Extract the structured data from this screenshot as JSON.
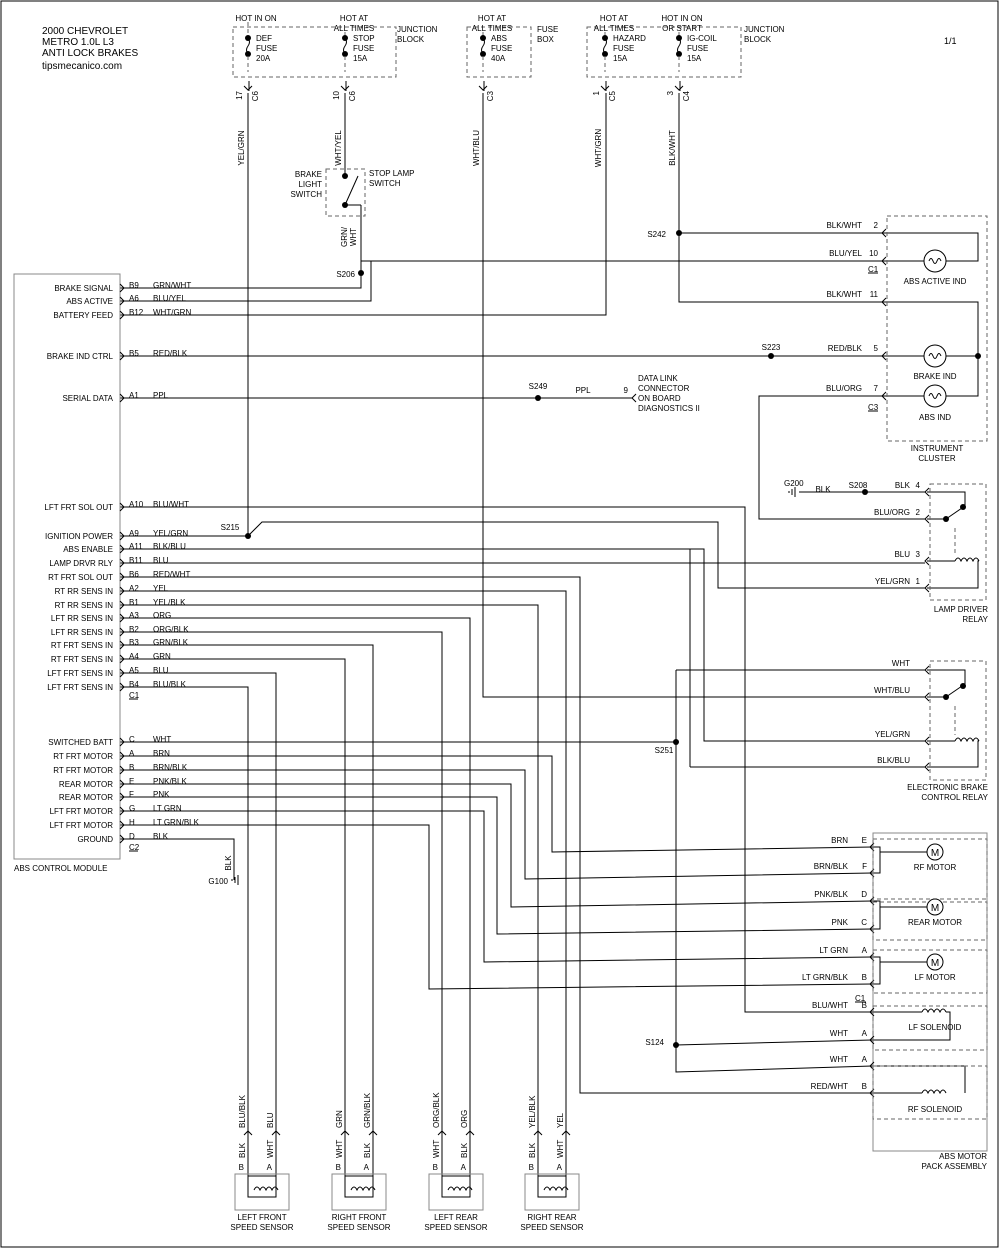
{
  "header": {
    "line1": "2000 CHEVROLET",
    "line2": "METRO 1.0L  L3",
    "line3": "ANTI LOCK BRAKES",
    "site": "tipsmecanico.com",
    "page": "1/1"
  },
  "fuse_blocks": [
    {
      "hdr": [
        "HOT IN ON",
        ""
      ],
      "fuse": [
        "DEF",
        "FUSE",
        "20A"
      ],
      "pin": "17",
      "conn": "C6",
      "wire": "YEL/GRN"
    },
    {
      "hdr": [
        "HOT AT",
        "ALL TIMES"
      ],
      "fuse": [
        "STOP",
        "FUSE",
        "15A"
      ],
      "pin": "10",
      "conn": "C6",
      "wire": "WHT/YEL"
    },
    {
      "hdr": [
        "HOT AT",
        "ALL TIMES"
      ],
      "fuse": [
        "ABS",
        "FUSE",
        "40A"
      ],
      "pin": "",
      "conn": "C3",
      "wire": "WHT/BLU"
    },
    {
      "hdr": [
        "HOT AT",
        "ALL TIMES"
      ],
      "fuse": [
        "HAZARD",
        "FUSE",
        "15A"
      ],
      "pin": "1",
      "conn": "C5",
      "wire": "WHT/GRN"
    },
    {
      "hdr": [
        "HOT IN ON",
        "OR START"
      ],
      "fuse": [
        "IG-COIL",
        "FUSE",
        "15A"
      ],
      "pin": "3",
      "conn": "C4",
      "wire": "BLK/WHT"
    }
  ],
  "block_labels": {
    "jb1": [
      "JUNCTION",
      "BLOCK"
    ],
    "fb": [
      "FUSE",
      "BOX"
    ],
    "jb2": [
      "JUNCTION",
      "BLOCK"
    ]
  },
  "switch": {
    "left": [
      "BRAKE",
      "LIGHT",
      "SWITCH"
    ],
    "right": [
      "STOP LAMP",
      "SWITCH"
    ],
    "out": [
      "GRN/",
      "WHT"
    ]
  },
  "splices": {
    "s206": "S206",
    "s242": "S242",
    "s223": "S223",
    "s249": "S249",
    "s215": "S215",
    "s208": "S208",
    "s251": "S251",
    "s124": "S124",
    "g200": "G200",
    "g100": "G100"
  },
  "module": {
    "name": "ABS CONTROL MODULE",
    "c1": "C1",
    "c2": "C2",
    "pins": [
      {
        "label": "BRAKE SIGNAL",
        "pin": "B9",
        "wire": "GRN/WHT"
      },
      {
        "label": "ABS ACTIVE",
        "pin": "A6",
        "wire": "BLU/YEL"
      },
      {
        "label": "BATTERY FEED",
        "pin": "B12",
        "wire": "WHT/GRN"
      },
      {
        "label": "BRAKE IND CTRL",
        "pin": "B5",
        "wire": "RED/BLK"
      },
      {
        "label": "SERIAL DATA",
        "pin": "A1",
        "wire": "PPL"
      },
      {
        "label": "LFT FRT SOL OUT",
        "pin": "A10",
        "wire": "BLU/WHT"
      },
      {
        "label": "IGNITION POWER",
        "pin": "A9",
        "wire": "YEL/GRN"
      },
      {
        "label": "ABS ENABLE",
        "pin": "A11",
        "wire": "BLK/BLU"
      },
      {
        "label": "LAMP DRVR RLY",
        "pin": "B11",
        "wire": "BLU"
      },
      {
        "label": "RT FRT SOL OUT",
        "pin": "B6",
        "wire": "RED/WHT"
      },
      {
        "label": "RT RR SENS IN",
        "pin": "A2",
        "wire": "YEL"
      },
      {
        "label": "RT RR SENS IN",
        "pin": "B1",
        "wire": "YEL/BLK"
      },
      {
        "label": "LFT RR SENS IN",
        "pin": "A3",
        "wire": "ORG"
      },
      {
        "label": "LFT RR SENS IN",
        "pin": "B2",
        "wire": "ORG/BLK"
      },
      {
        "label": "RT FRT SENS IN",
        "pin": "B3",
        "wire": "GRN/BLK"
      },
      {
        "label": "RT FRT SENS IN",
        "pin": "A4",
        "wire": "GRN"
      },
      {
        "label": "LFT FRT SENS IN",
        "pin": "A5",
        "wire": "BLU"
      },
      {
        "label": "LFT FRT SENS IN",
        "pin": "B4",
        "wire": "BLU/BLK"
      },
      {
        "label": "SWITCHED BATT",
        "pin": "C",
        "wire": "WHT"
      },
      {
        "label": "RT FRT MOTOR",
        "pin": "A",
        "wire": "BRN"
      },
      {
        "label": "RT FRT MOTOR",
        "pin": "B",
        "wire": "BRN/BLK"
      },
      {
        "label": "REAR MOTOR",
        "pin": "E",
        "wire": "PNK/BLK"
      },
      {
        "label": "REAR MOTOR",
        "pin": "F",
        "wire": "PNK"
      },
      {
        "label": "LFT FRT MOTOR",
        "pin": "G",
        "wire": "LT GRN"
      },
      {
        "label": "LFT FRT MOTOR",
        "pin": "H",
        "wire": "LT GRN/BLK"
      },
      {
        "label": "GROUND",
        "pin": "D",
        "wire": "BLK"
      }
    ]
  },
  "cluster": {
    "name": [
      "INSTRUMENT",
      "CLUSTER"
    ],
    "c1": "C1",
    "c3": "C3",
    "abs_active": "ABS ACTIVE IND",
    "brake_ind": "BRAKE IND",
    "abs_ind": "ABS IND",
    "pins": [
      {
        "wire": "BLK/WHT",
        "pin": "2"
      },
      {
        "wire": "BLU/YEL",
        "pin": "10"
      },
      {
        "wire": "BLK/WHT",
        "pin": "11"
      },
      {
        "wire": "RED/BLK",
        "pin": "5"
      },
      {
        "wire": "BLU/ORG",
        "pin": "7"
      }
    ]
  },
  "dlc": {
    "wire": "PPL",
    "pin": "9",
    "label": [
      "DATA LINK",
      "CONNECTOR",
      "ON BOARD",
      "DIAGNOSTICS II"
    ]
  },
  "lamp_relay": {
    "name": [
      "LAMP DRIVER",
      "RELAY"
    ],
    "pins": [
      {
        "wire": "BLK",
        "pin": "4"
      },
      {
        "wire": "BLU/ORG",
        "pin": "2"
      },
      {
        "wire": "BLU",
        "pin": "3"
      },
      {
        "wire": "YEL/GRN",
        "pin": "1"
      }
    ]
  },
  "ebc_relay": {
    "name": [
      "ELECTRONIC BRAKE",
      "CONTROL RELAY"
    ],
    "wires": [
      "WHT",
      "WHT/BLU",
      "YEL/GRN",
      "BLK/BLU"
    ]
  },
  "g200_wire": "BLK",
  "motor_pack": {
    "name": [
      "ABS MOTOR",
      "PACK ASSEMBLY"
    ],
    "c1": "C1",
    "rf": "RF MOTOR",
    "rear": "REAR MOTOR",
    "lf": "LF MOTOR",
    "lfsol": "LF SOLENOID",
    "rfsol": "RF SOLENOID",
    "pins": [
      {
        "wire": "BRN",
        "pin": "E"
      },
      {
        "wire": "BRN/BLK",
        "pin": "F"
      },
      {
        "wire": "PNK/BLK",
        "pin": "D"
      },
      {
        "wire": "PNK",
        "pin": "C"
      },
      {
        "wire": "LT GRN",
        "pin": "A"
      },
      {
        "wire": "LT GRN/BLK",
        "pin": "B"
      },
      {
        "wire": "BLU/WHT",
        "pin": "B"
      },
      {
        "wire": "WHT",
        "pin": "A"
      },
      {
        "wire": "WHT",
        "pin": "A"
      },
      {
        "wire": "RED/WHT",
        "pin": "B"
      }
    ]
  },
  "g100_wire": "BLK",
  "sensors": [
    {
      "name": [
        "LEFT FRONT",
        "SPEED SENSOR"
      ],
      "w1": "BLU/BLK",
      "w2": "BLU",
      "b1": "BLK",
      "b2": "WHT"
    },
    {
      "name": [
        "RIGHT FRONT",
        "SPEED SENSOR"
      ],
      "w1": "GRN",
      "w2": "GRN/BLK",
      "b1": "WHT",
      "b2": "BLK"
    },
    {
      "name": [
        "LEFT REAR",
        "SPEED SENSOR"
      ],
      "w1": "ORG/BLK",
      "w2": "ORG",
      "b1": "WHT",
      "b2": "BLK"
    },
    {
      "name": [
        "RIGHT REAR",
        "SPEED SENSOR"
      ],
      "w1": "YEL/BLK",
      "w2": "YEL",
      "b1": "BLK",
      "b2": "WHT"
    }
  ],
  "sensor_pins": {
    "b": "B",
    "a": "A"
  }
}
